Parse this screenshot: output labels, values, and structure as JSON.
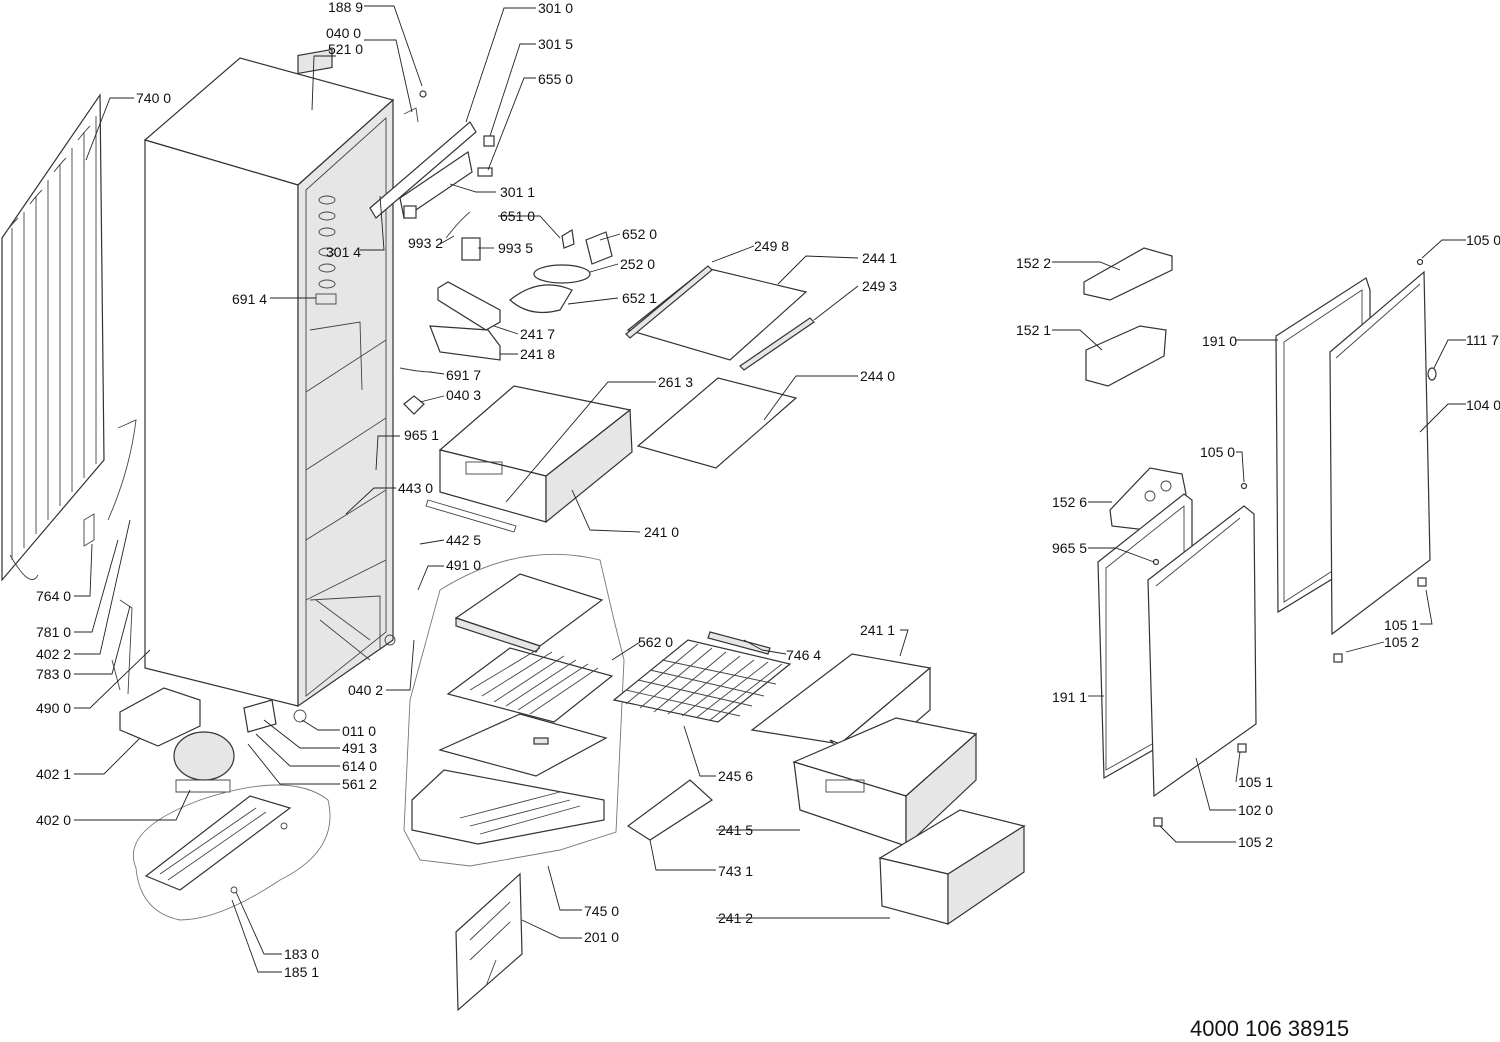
{
  "document_number": "4000 106 38915",
  "labels": {
    "l1889": "188 9",
    "l0400": "040 0",
    "l5210": "521 0",
    "l3010": "301 0",
    "l3015": "301 5",
    "l6550": "655 0",
    "l7400": "740 0",
    "l3011": "301 1",
    "l6510": "651 0",
    "l9932": "993 2",
    "l9935": "993 5",
    "l6520": "652 0",
    "l2520": "252 0",
    "l3014": "301 4",
    "l6521": "652 1",
    "l2498": "249 8",
    "l2441": "244 1",
    "l2493": "249 3",
    "l6914": "691 4",
    "l2417": "241 7",
    "l2418": "241 8",
    "l6917": "691 7",
    "l2613": "261 3",
    "l2440": "244 0",
    "l0403": "040 3",
    "l9651": "965 1",
    "l4430": "443 0",
    "l2410": "241 0",
    "l4425": "442 5",
    "l4910": "491 0",
    "l7640": "764 0",
    "l7810": "781 0",
    "l4022": "402 2",
    "l7830": "783 0",
    "l5620": "562 0",
    "l7464": "746 4",
    "l2411": "241 1",
    "l0402": "040 2",
    "l4900": "490 0",
    "l0110": "011 0",
    "l4913": "491 3",
    "l6140": "614 0",
    "l5612": "561 2",
    "l4021": "402 1",
    "l2456": "245 6",
    "l2415": "241 5",
    "l4020": "402 0",
    "l7431": "743 1",
    "l7450": "745 0",
    "l2010": "201 0",
    "l2412": "241 2",
    "l1830": "183 0",
    "l1851": "185 1",
    "l1522": "152 2",
    "l1521": "152 1",
    "l1910": "191 0",
    "l1050a": "105 0",
    "l1117": "111 7",
    "l1040": "104 0",
    "l1050b": "105 0",
    "l1526": "152 6",
    "l9655": "965 5",
    "l1051a": "105 1",
    "l1052a": "105 2",
    "l1911": "191 1",
    "l1051b": "105 1",
    "l1020": "102 0",
    "l1052b": "105 2"
  }
}
